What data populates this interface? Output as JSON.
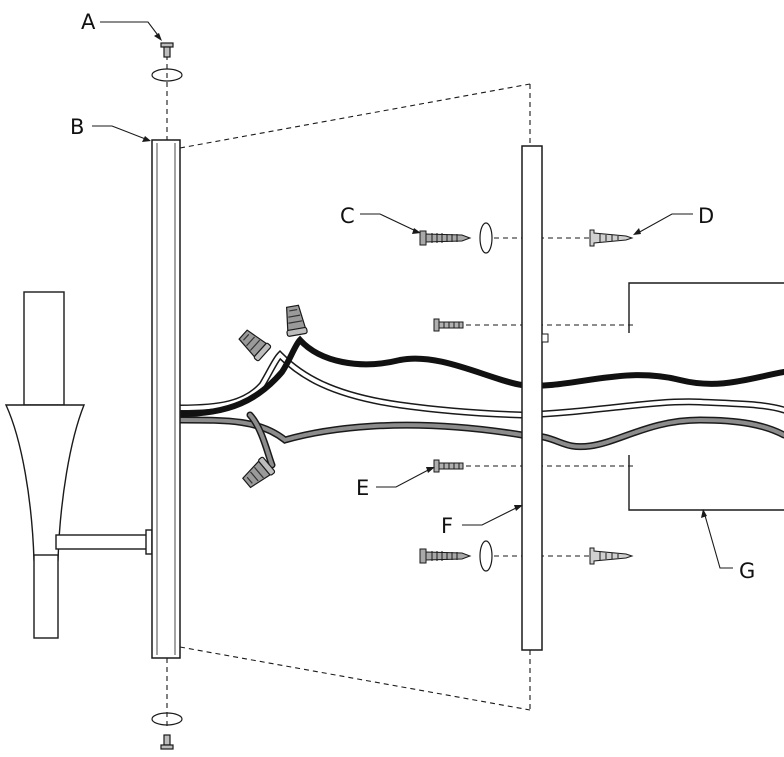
{
  "callouts": {
    "a": "A",
    "b": "B",
    "c": "C",
    "d": "D",
    "e": "E",
    "f": "F",
    "g": "G"
  },
  "colors": {
    "line": "#1a1a1a",
    "hot_wire": "#111111",
    "neutral_wire": "#ffffff",
    "ground_wire": "#8c8c8c",
    "paper": "#ffffff"
  }
}
